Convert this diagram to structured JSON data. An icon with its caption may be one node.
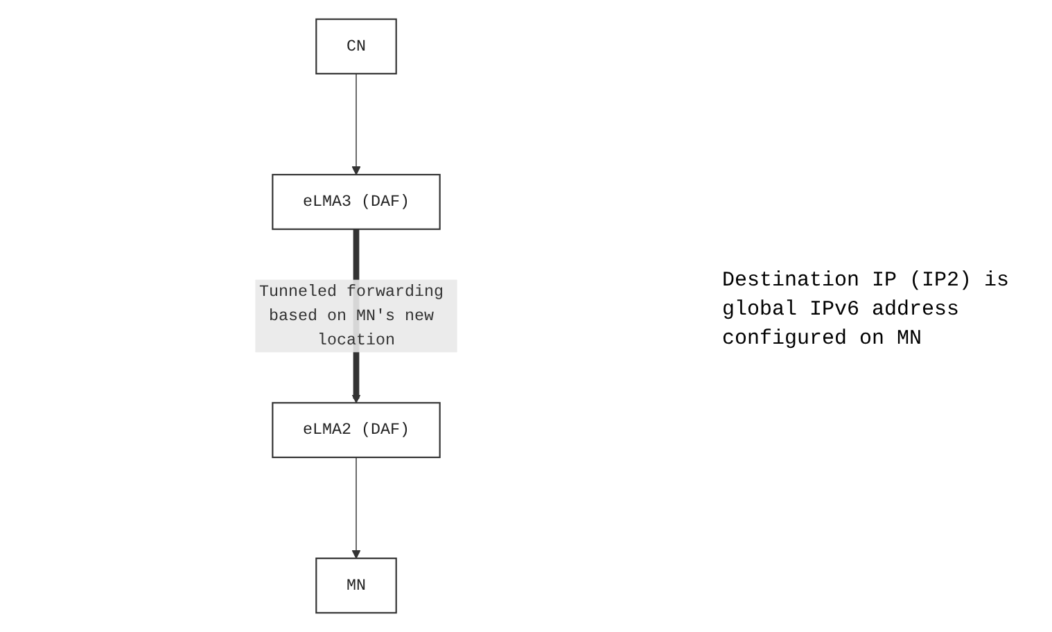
{
  "diagram": {
    "nodes": [
      {
        "text": [
          "eLMA3 (DAF)"
        ]
      },
      {
        "text": [
          "CN"
        ]
      },
      {
        "text": [
          "eLMA2 (DAF)"
        ]
      },
      {
        "text": [
          "MN"
        ]
      }
    ],
    "edges": [
      {
        "from": 1,
        "to": 0,
        "arrow": "to"
      },
      {
        "from": 0,
        "to": 2,
        "arrow": "to",
        "style": "thick",
        "label": "Tunneled forwarding based on MN's new location"
      },
      {
        "from": 2,
        "to": 3,
        "arrow": "to"
      }
    ],
    "labels": [
      "Destination IP (IP2) is global IPv6 address configured on MN"
    ]
  }
}
